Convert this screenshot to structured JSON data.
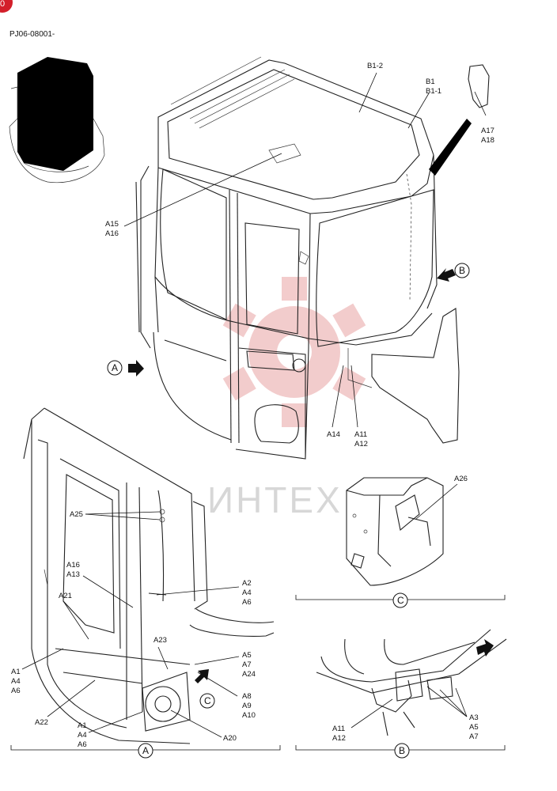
{
  "drawing_code": "PJ06-08001-",
  "corner_badge": "0",
  "watermark": "ИНТЕХ",
  "colors": {
    "line": "#222222",
    "watermark": "#e9a3a3",
    "badge": "#d31f2a"
  },
  "callouts": {
    "b1_2": "B1-2",
    "b1": "B1",
    "b1_1": "B1-1",
    "a17": "A17",
    "a18": "A18",
    "a15": "A15",
    "a16_top": "A16",
    "a14": "A14",
    "a11_top": "A11",
    "a12_top": "A12",
    "a25": "A25",
    "a16_a": "A16",
    "a13": "A13",
    "a21": "A21",
    "a2": "A2",
    "a4_r": "A4",
    "a6_r": "A6",
    "a23": "A23",
    "a5_a": "A5",
    "a7_a": "A7",
    "a24": "A24",
    "a1_l": "A1",
    "a4_l": "A4",
    "a6_l": "A6",
    "a22": "A22",
    "a8": "A8",
    "a9": "A9",
    "a10": "A10",
    "a1_b": "A1",
    "a4_b": "A4",
    "a6_b": "A6",
    "a20": "A20",
    "a26": "A26",
    "a3": "A3",
    "a5_b": "A5",
    "a7_b": "A7",
    "a11_b": "A11",
    "a12_b": "A12"
  },
  "view_marks": {
    "A": "A",
    "B": "B",
    "C": "C",
    "arrow_A": "A",
    "arrow_B": "B",
    "arrow_C": "C"
  }
}
